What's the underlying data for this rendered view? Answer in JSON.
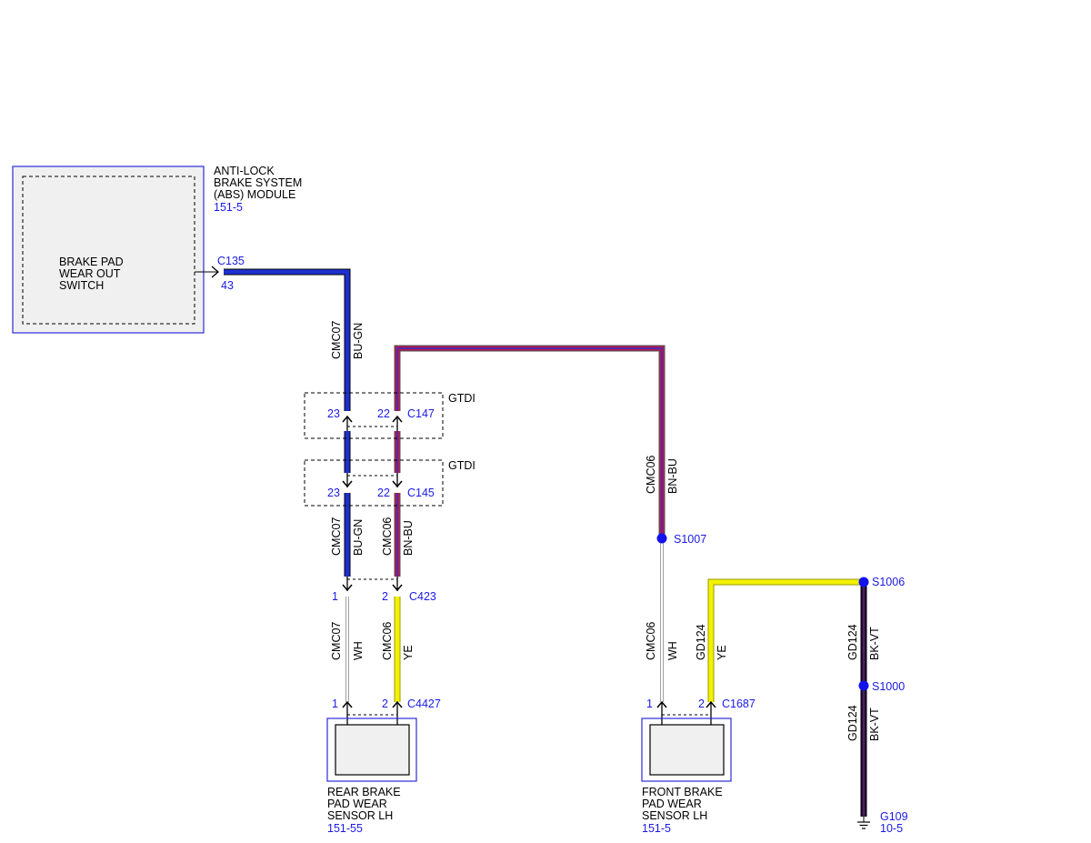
{
  "colors": {
    "module_border": "#2b2bd9",
    "module_fill": "#f0f0f0",
    "label_blue": "#1a1ae6",
    "wire_bu_gn": "#1f2fd0",
    "wire_bn_bu_outer": "#b01a4a",
    "wire_bn_bu_inner": "#3b2bd0",
    "wire_wh": "#c8c8c8",
    "wire_ye": "#f2f200",
    "wire_bk_vt": "#2a0a3a",
    "splice": "#1212ee"
  },
  "abs_module": {
    "name_lines": [
      "ANTI-LOCK",
      "BRAKE SYSTEM",
      "(ABS) MODULE"
    ],
    "ref": "151-5",
    "internal_lines": [
      "BRAKE PAD",
      "WEAR OUT",
      "SWITCH"
    ],
    "connector": "C135",
    "pin": "43"
  },
  "wires": {
    "cmc07_bu_gn_upper": {
      "circuit": "CMC07",
      "color": "BU-GN"
    },
    "cmc06_bn_bu_right": {
      "circuit": "CMC06",
      "color": "BN-BU"
    },
    "cmc07_bu_gn_lower": {
      "circuit": "CMC07",
      "color": "BU-GN"
    },
    "cmc06_bn_bu_lower": {
      "circuit": "CMC06",
      "color": "BN-BU"
    },
    "cmc07_wh_rear": {
      "circuit": "CMC07",
      "color": "WH"
    },
    "cmc06_ye_rear": {
      "circuit": "CMC06",
      "color": "YE"
    },
    "cmc06_wh_front": {
      "circuit": "CMC06",
      "color": "WH"
    },
    "gd124_ye_front": {
      "circuit": "GD124",
      "color": "YE"
    },
    "gd124_bk_vt_upper": {
      "circuit": "GD124",
      "color": "BK-VT"
    },
    "gd124_bk_vt_lower": {
      "circuit": "GD124",
      "color": "BK-VT"
    }
  },
  "connectors": {
    "c147": {
      "name": "C147",
      "variant": "GTDI",
      "pin_a": "23",
      "pin_b": "22"
    },
    "c145": {
      "name": "C145",
      "variant": "GTDI",
      "pin_a": "23",
      "pin_b": "22"
    },
    "c423": {
      "name": "C423",
      "pin_a": "1",
      "pin_b": "2"
    },
    "c4427": {
      "name": "C4427",
      "pin_a": "1",
      "pin_b": "2"
    },
    "c1687": {
      "name": "C1687",
      "pin_a": "1",
      "pin_b": "2"
    }
  },
  "splices": {
    "s1007": "S1007",
    "s1006": "S1006",
    "s1000": "S1000"
  },
  "rear_sensor": {
    "name_lines": [
      "REAR BRAKE",
      "PAD WEAR",
      "SENSOR LH"
    ],
    "ref": "151-55"
  },
  "front_sensor": {
    "name_lines": [
      "FRONT BRAKE",
      "PAD WEAR",
      "SENSOR LH"
    ],
    "ref": "151-5"
  },
  "ground": {
    "name": "G109",
    "ref": "10-5"
  }
}
